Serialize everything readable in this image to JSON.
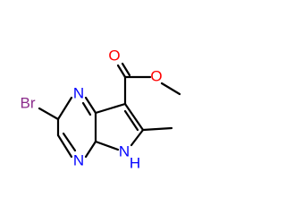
{
  "molecule": {
    "atoms": {
      "br": "Br",
      "n_top": "N",
      "n_bottom": "N",
      "nh_n": "N",
      "nh_h": "H",
      "o_carbonyl": "O",
      "o_ester": "O"
    },
    "colors": {
      "bromine": "#8b2b8b",
      "nitrogen": "#0000ff",
      "oxygen": "#ff0000",
      "bond": "#000000"
    }
  }
}
